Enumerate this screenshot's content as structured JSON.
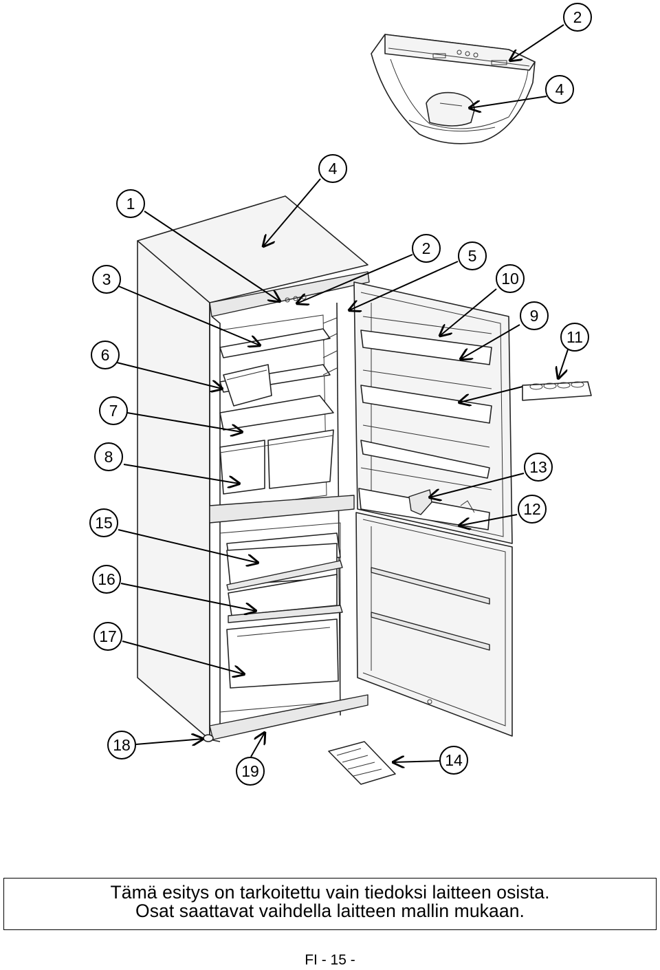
{
  "notice": {
    "line1": "Tämä esitys on tarkoitettu vain tiedoksi laitteen osista.",
    "line2": "Osat saattavat vaihdella laitteen mallin mukaan."
  },
  "page_number": "FI - 15 -",
  "callouts": {
    "c1": "1",
    "c2a": "2",
    "c2b": "2",
    "c3": "3",
    "c4a": "4",
    "c4b": "4",
    "c5": "5",
    "c6": "6",
    "c7": "7",
    "c8": "8",
    "c9": "9",
    "c10": "10",
    "c11": "11",
    "c12": "12",
    "c13": "13",
    "c14": "14",
    "c15": "15",
    "c16": "16",
    "c17": "17",
    "c18": "18",
    "c19": "19"
  }
}
